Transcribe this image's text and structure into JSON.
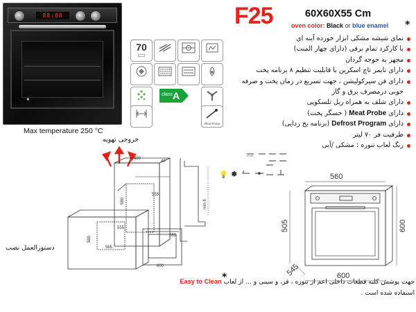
{
  "header": {
    "model": "F25",
    "dimensions": "60X60X55 Cm",
    "color_label": "oven color:",
    "color_black": "Black",
    "color_or": "or",
    "color_blue": "blue enamel",
    "star": "*"
  },
  "oven_photo": {
    "display_text": "88:88",
    "max_temperature": "Max temperature 250 °C"
  },
  "feature_icons": [
    {
      "name": "capacity-icon",
      "value": "70"
    },
    {
      "name": "steam-clean-icon"
    },
    {
      "name": "rotisserie-icon"
    },
    {
      "name": "timer-icon"
    },
    {
      "name": "telescopic-rails-icon"
    },
    {
      "name": "grill-icon"
    },
    {
      "name": "fan-icon"
    },
    {
      "name": "convection-icon"
    },
    {
      "name": "defrost-icon"
    },
    {
      "name": "light-icon"
    },
    {
      "name": "door-icon"
    },
    {
      "name": "meat-probe-icon",
      "caption": "Meat Probe"
    }
  ],
  "energy_class": {
    "prefix": "class",
    "letter": "A",
    "color": "#19a33a"
  },
  "features": [
    "نمای شیشه مشکی ابزار خورده آینه ای",
    "با کارکرد تمام برقی (دارای چهار المنت)",
    "مجهز به جوجه گردان",
    "دارای تایمر تاچ اسکرین با قابلیت تنظیم ۸ برنامه پخت",
    "دارای فن سیرکولیشن ، جهت تسریع در زمان پخت و صرفه جویی درمصرف برق و گاز",
    "دارای شلف به همراه ریل تلسکوپی",
    "دارای ",
    "Meat Probe",
    " ( حسگر پخت)",
    "دارای ",
    "Defrost Program",
    " (برنامه یخ زدایی)",
    "ظرفیت فر ۷۰ لیتر",
    "رنگ لعاب تنوره : مشکی /آبی"
  ],
  "installation": {
    "exhaust_label": "خروجی تهویه",
    "install_label": "دستورالعمل نصب",
    "dim_top_width": "400",
    "dim_top_depth": "40",
    "dim_h_580a": "580",
    "dim_555": "555",
    "dim_min8": "min 8",
    "dim_h_580b": "580",
    "dim_555b": "555",
    "dim_565": "565",
    "dim_600_bottom": "600",
    "dim_560": "560"
  },
  "dimension_view": {
    "width_top": "560",
    "height_left": "505",
    "height_right": "600",
    "depth": "545",
    "width_bottom": "600"
  },
  "footnote": {
    "star": "*",
    "line1_pre": "جهت پوشش کلیه قطعات داخلی اعم از تنوره ، فر، و سینی و ... از لعاب ",
    "line1_en": "Easy to Clean",
    "line2": "استفاده شده است ."
  }
}
